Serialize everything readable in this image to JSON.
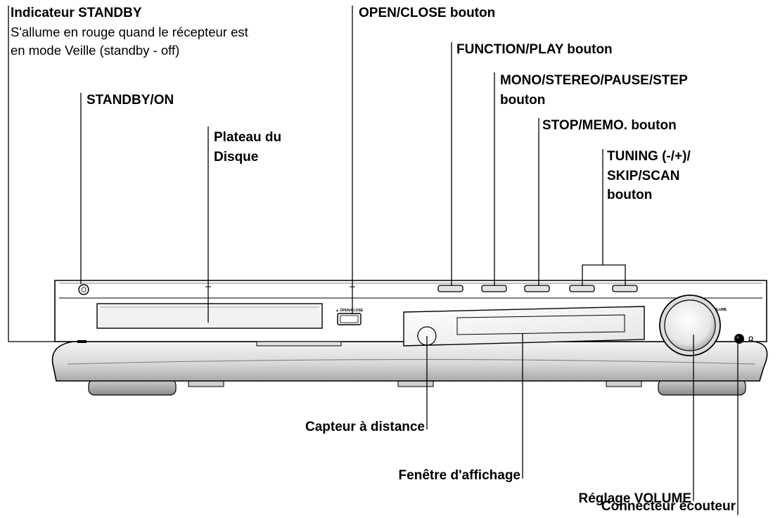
{
  "labels": {
    "standby_indicator": {
      "title": "Indicateur STANDBY",
      "desc_line1": "S'allume en rouge quand le récepteur est",
      "desc_line2": "en mode Veille (standby - off)"
    },
    "standby_on": "STANDBY/ON",
    "disc_tray": {
      "line1": "Plateau du",
      "line2": "Disque"
    },
    "open_close": "OPEN/CLOSE bouton",
    "function_play": "FUNCTION/PLAY bouton",
    "mono_stereo": {
      "line1": "MONO/STEREO/PAUSE/STEP",
      "line2": "bouton"
    },
    "stop_memo": "STOP/MEMO. bouton",
    "tuning": {
      "line1": "TUNING (-/+)/",
      "line2": "SKIP/SCAN",
      "line3": "bouton"
    },
    "remote_sensor": "Capteur à distance",
    "display_window": "Fenêtre d'affichage",
    "volume_control": "Réglage VOLUME",
    "headphone": "Connecteur écouteur"
  },
  "panel_marks": {
    "open_close_mark": "▲ OPEN/CLOSE",
    "volume_mark": "VOLUME",
    "headphone_mark": "Ω"
  },
  "colors": {
    "ink": "#000000",
    "panel": "#ffffff",
    "panel_shade": "#d6d6d6",
    "panel_dark": "#a8a8a8"
  }
}
